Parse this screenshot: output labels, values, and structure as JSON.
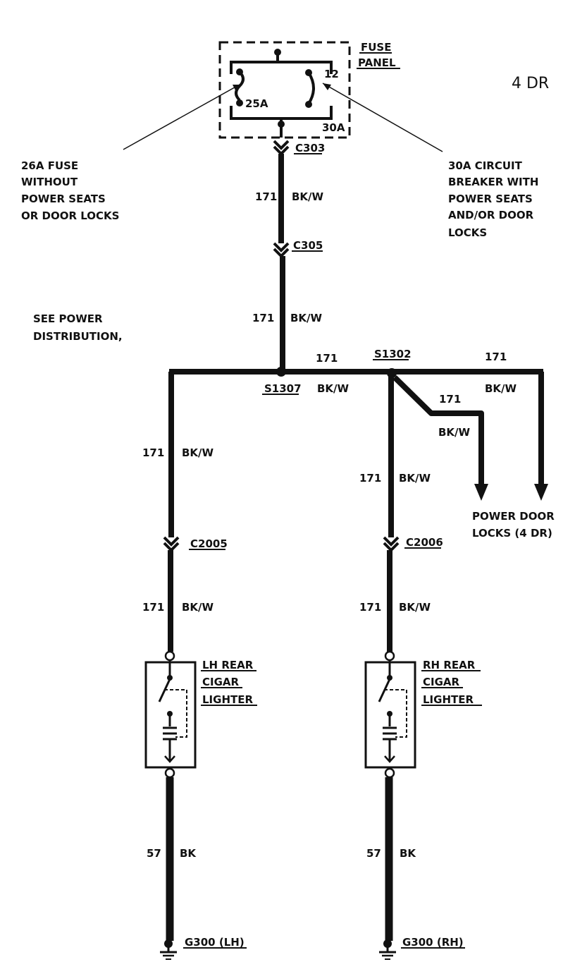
{
  "fuse_panel": {
    "title_line1": "FUSE",
    "title_line2": "PANEL",
    "fuse_25a": "25A",
    "cb_num": "12",
    "cb_30a": "30A"
  },
  "door_label": "4 DR",
  "notes": {
    "fuse_note": [
      "26A FUSE",
      "WITHOUT",
      "POWER SEATS",
      "OR DOOR LOCKS"
    ],
    "breaker_note": [
      "30A  CIRCUIT",
      "BREAKER WITH",
      "POWER SEATS",
      "AND/OR DOOR",
      "LOCKS"
    ],
    "see_power": [
      "SEE POWER",
      "DISTRIBUTION,"
    ]
  },
  "connectors": {
    "c303": "C303",
    "c305": "C305",
    "c2005": "C2005",
    "c2006": "C2006"
  },
  "splices": {
    "s1307": "S1307",
    "s1302": "S1302"
  },
  "circuits": {
    "circuit_171": "171",
    "color_bkw": "BK/W",
    "circuit_57": "57",
    "color_bk": "BK"
  },
  "loads": {
    "lh": [
      "LH REAR",
      "CIGAR",
      "LIGHTER"
    ],
    "rh": [
      "RH REAR",
      "CIGAR",
      "LIGHTER"
    ],
    "door_locks": [
      "POWER DOOR",
      "LOCKS (4 DR)"
    ]
  },
  "grounds": {
    "lh": "G300 (LH)",
    "rh": "G300 (RH)"
  },
  "colors": {
    "wire": "#111111",
    "background": "#ffffff"
  }
}
